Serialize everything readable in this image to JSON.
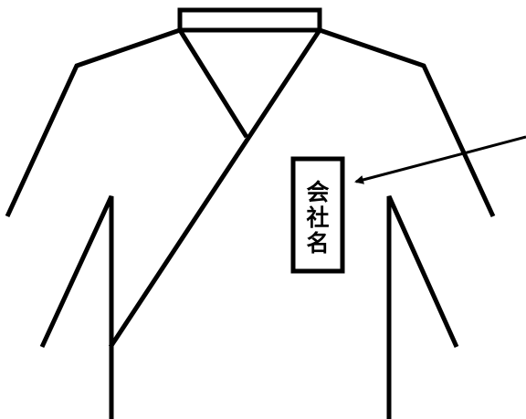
{
  "diagram": {
    "name_tag": {
      "text": "会社名",
      "chars": [
        "会",
        "社",
        "名"
      ]
    },
    "colors": {
      "stroke": "#000000",
      "background": "#ffffff"
    }
  }
}
